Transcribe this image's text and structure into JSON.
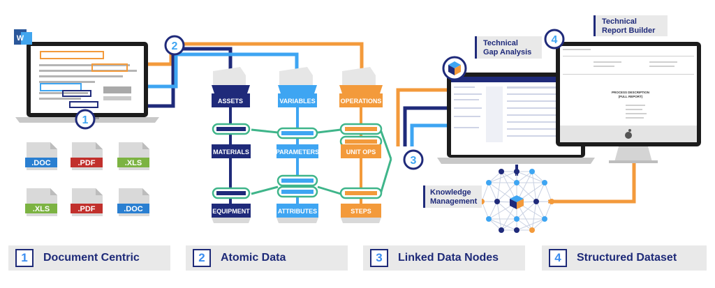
{
  "colors": {
    "navy": "#1f2a7a",
    "sky": "#3ea5f2",
    "orange": "#f39a3b",
    "green": "#3fb58a",
    "doc_blue": "#2a7fd1",
    "pdf_red": "#c1302c",
    "xls_green": "#7cb342",
    "word_blue": "#2b579a"
  },
  "icons": {
    "word": "word-icon",
    "cube": "cube-icon",
    "apple": "apple-icon"
  },
  "step_numbers": [
    "1",
    "2",
    "3",
    "4"
  ],
  "callouts": {
    "gap": [
      "Technical",
      "Gap Analysis"
    ],
    "report": [
      "Technical",
      "Report Builder"
    ],
    "knowledge": [
      "Knowledge",
      "Management"
    ]
  },
  "file_types": [
    ".DOC",
    ".PDF",
    ".XLS",
    ".XLS",
    ".PDF",
    ".DOC"
  ],
  "word_letter": "W",
  "columns": [
    {
      "header": "ASSETS",
      "mid": "MATERIALS",
      "bottom": "EQUIPMENT"
    },
    {
      "header": "VARIABLES",
      "mid": "PARAMETERS",
      "bottom": "ATTRIBUTES"
    },
    {
      "header": "OPERATIONS",
      "mid": "UNIT OPS",
      "bottom": "STEPS"
    }
  ],
  "report_doc": {
    "title": [
      "PROCESS DESCRIPTION",
      "(FULL REPORT)"
    ]
  },
  "legend": [
    {
      "num": "1",
      "label": "Document Centric"
    },
    {
      "num": "2",
      "label": "Atomic Data"
    },
    {
      "num": "3",
      "label": "Linked Data Nodes"
    },
    {
      "num": "4",
      "label": "Structured Dataset"
    }
  ]
}
